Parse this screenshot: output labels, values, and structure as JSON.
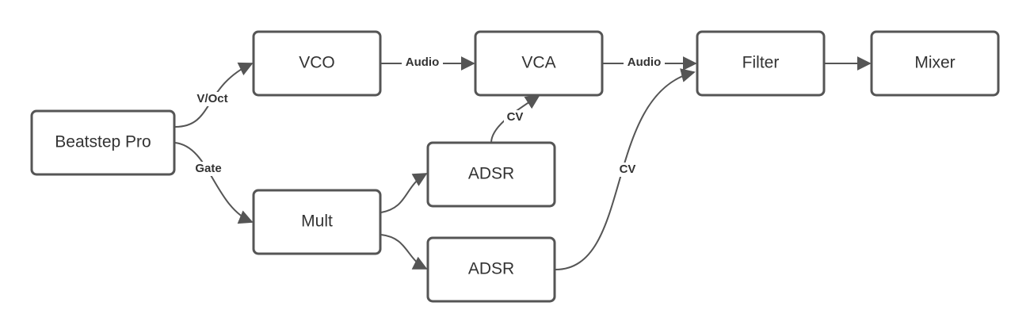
{
  "diagram": {
    "nodes": {
      "beatstep": "Beatstep Pro",
      "vco": "VCO",
      "vca": "VCA",
      "filter": "Filter",
      "mixer": "Mixer",
      "adsr1": "ADSR",
      "mult": "Mult",
      "adsr2": "ADSR"
    },
    "edges": {
      "voct": "V/Oct",
      "gate": "Gate",
      "audio1": "Audio",
      "audio2": "Audio",
      "cv_vca": "CV",
      "cv_filter": "CV"
    },
    "colors": {
      "stroke": "#555555",
      "text": "#333333",
      "background": "#ffffff"
    }
  }
}
